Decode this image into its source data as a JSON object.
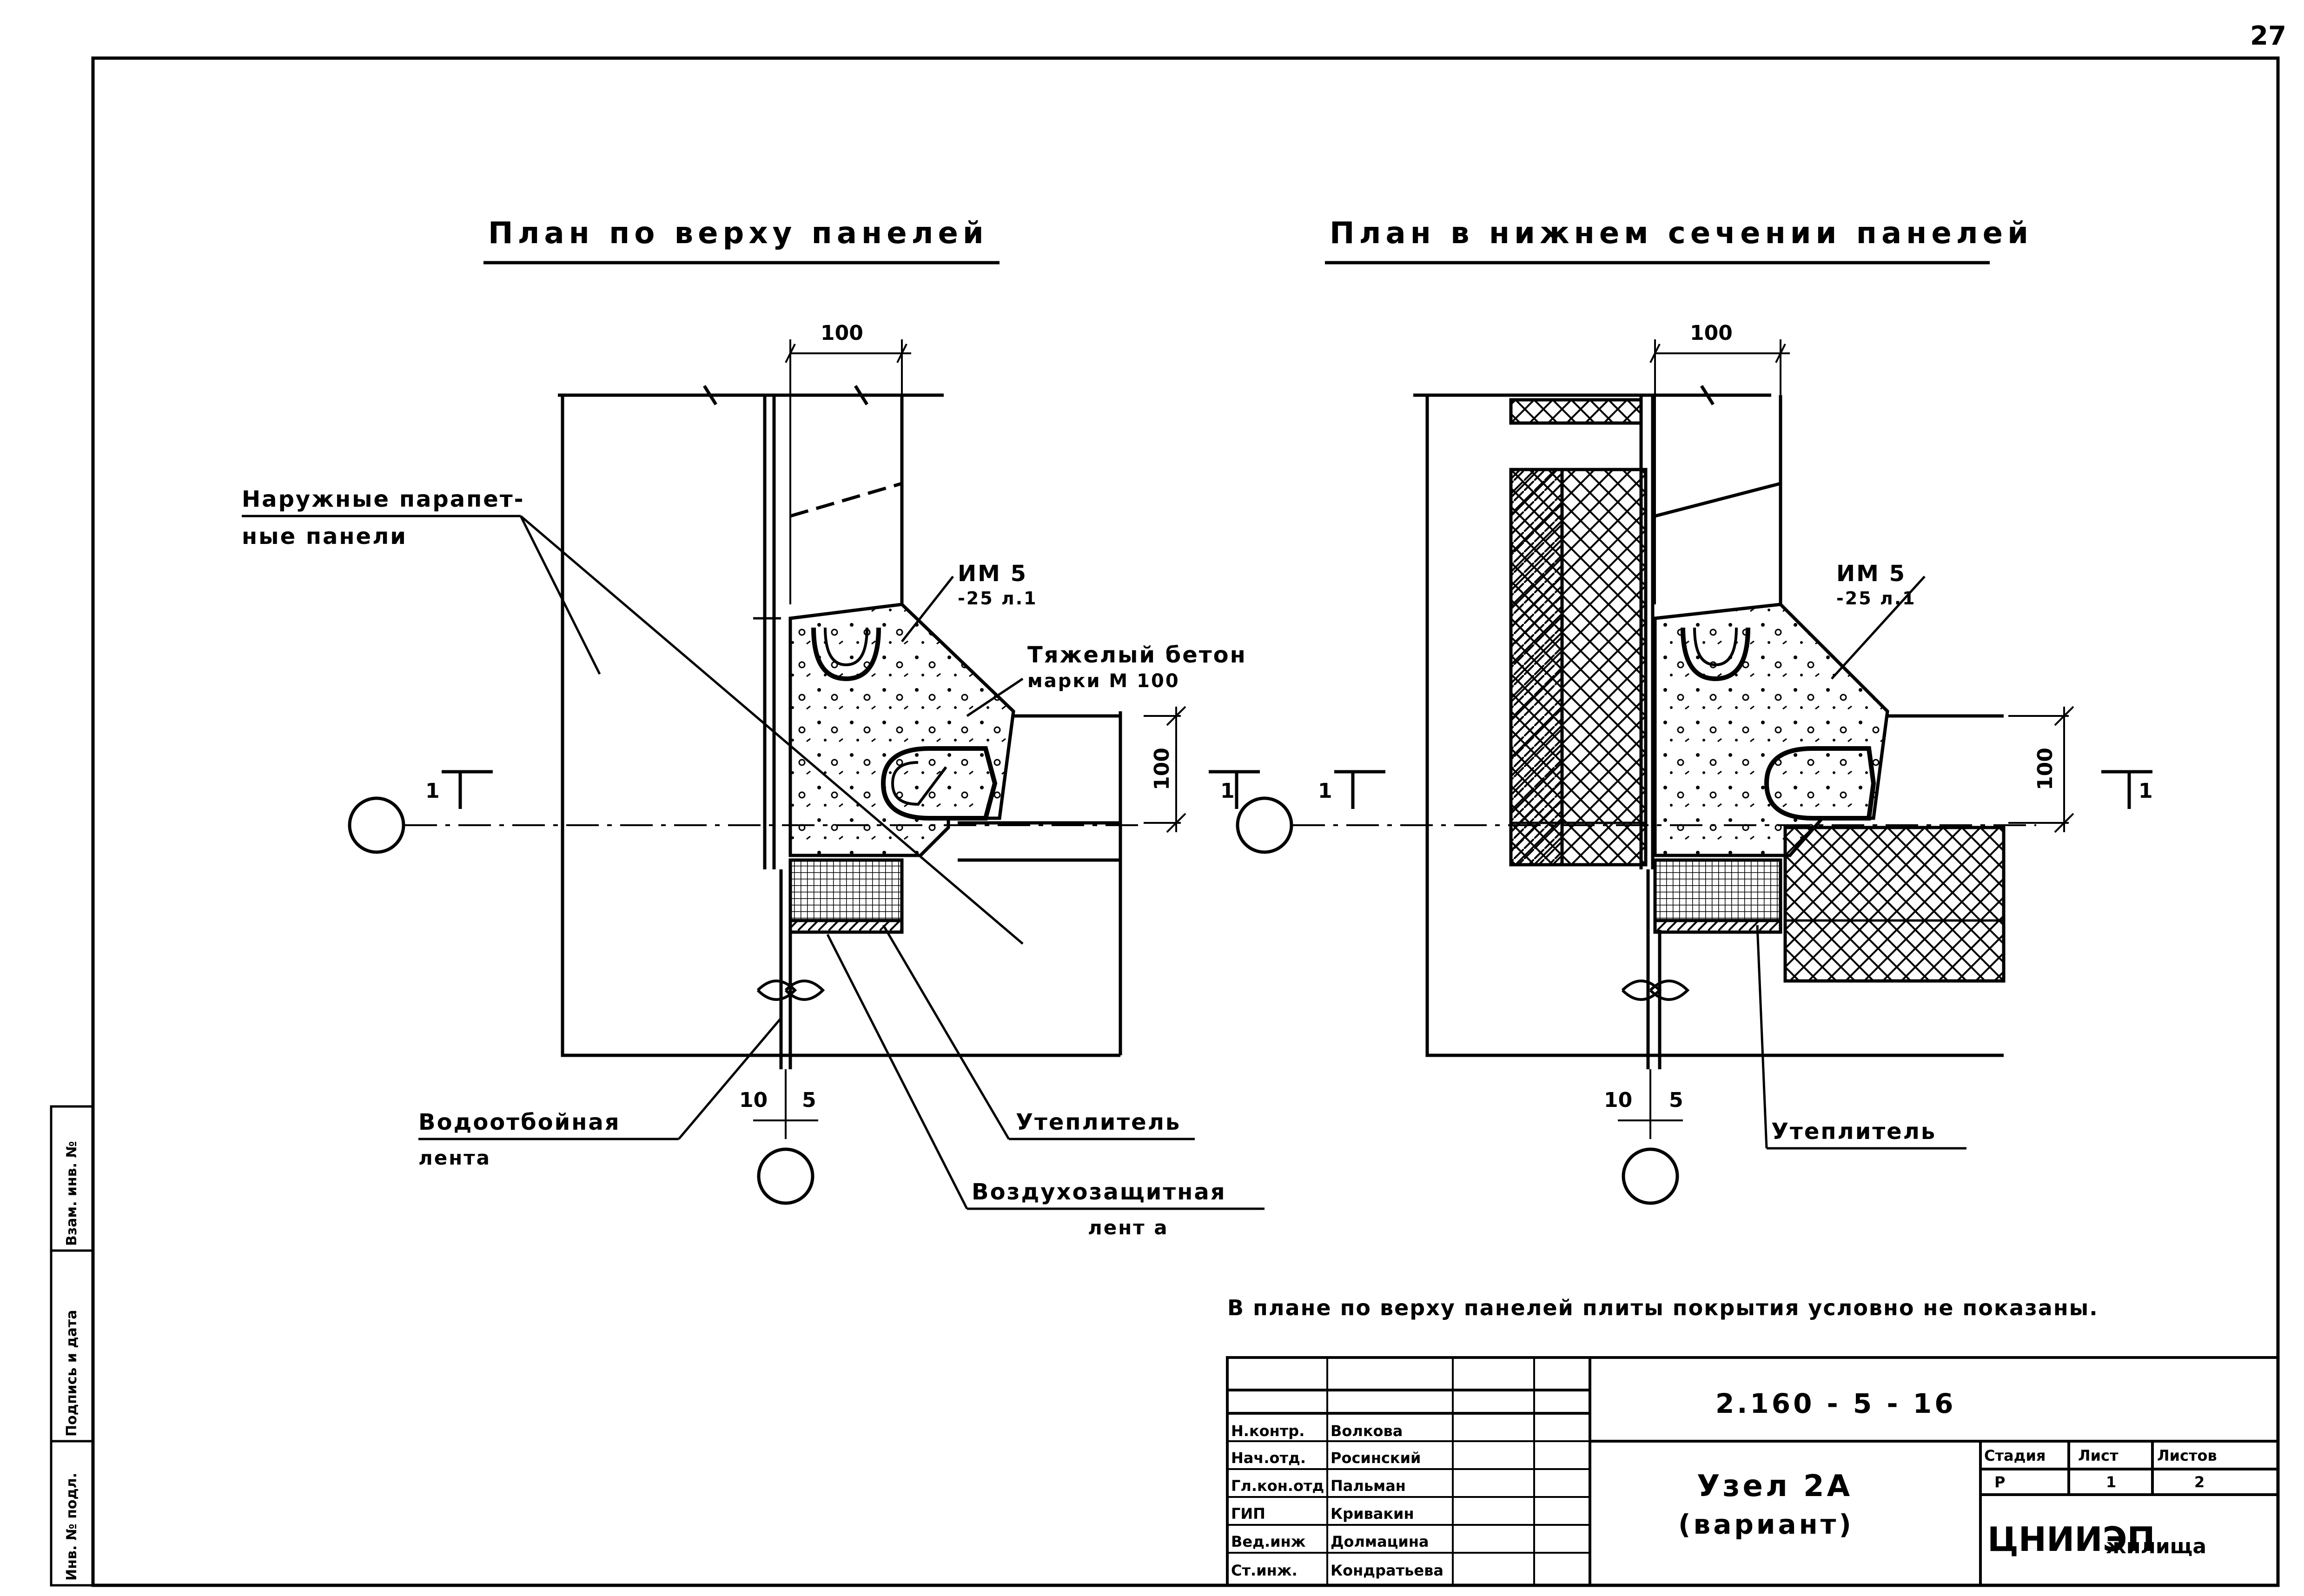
{
  "sheet_number": "27",
  "titles": {
    "left": "План по верху панелей",
    "right": "План в нижнем сечении панелей"
  },
  "callouts": {
    "outer_panels_1": "Наружные парапет-",
    "outer_panels_2": "ные панели",
    "mastic_left_1": "ИМ 5",
    "mastic_left_2": "-25 л.1",
    "mastic_right_1": "ИМ 5",
    "mastic_right_2": "-25 л.1",
    "concrete_1": "Тяжелый бетон",
    "concrete_2": "марки М 100",
    "water_tape_1": "Водоотбойная",
    "water_tape_2": "лента",
    "insulation_left": "Утеплитель",
    "insulation_right": "Утеплитель",
    "air_tape_1": "Воздухозащитная",
    "air_tape_2": "лент а"
  },
  "dimensions": {
    "top_left": "100",
    "top_right": "100",
    "side_left": "100",
    "side_right": "100",
    "bottom_left_a": "10",
    "bottom_left_b": "5",
    "bottom_right_a": "10",
    "bottom_right_b": "5"
  },
  "section_marks": {
    "left_a": "1",
    "left_b": "1",
    "right_a": "1",
    "right_b": "1"
  },
  "note": "В плане по верху панелей плиты покрытия условно не показаны.",
  "title_block": {
    "document_code": "2.160 - 5 - 16",
    "node_title": "Узел 2А",
    "node_subtitle": "(вариант)",
    "headers": {
      "stage": "Стадия",
      "sheet": "Лист",
      "sheets": "Листов"
    },
    "values": {
      "stage": "Р",
      "sheet": "1",
      "sheets": "2"
    },
    "organization": "ЦНИИЭП",
    "organization_suffix": "жилища",
    "signatures": [
      {
        "role": "Н.контр.",
        "name": "Волкова"
      },
      {
        "role": "Нач.отд.",
        "name": "Росинский"
      },
      {
        "role": "Гл.кон.отд",
        "name": "Пальман"
      },
      {
        "role": "ГИП",
        "name": "Кривакин"
      },
      {
        "role": "Вед.инж",
        "name": "Долмацина"
      },
      {
        "role": "Ст.инж.",
        "name": "Кондратьева"
      }
    ]
  },
  "margin_stamps": {
    "inv_podl": "Инв. № подл.",
    "podpis": "Подпись и дата",
    "vzam": "Взам. инв. №"
  }
}
